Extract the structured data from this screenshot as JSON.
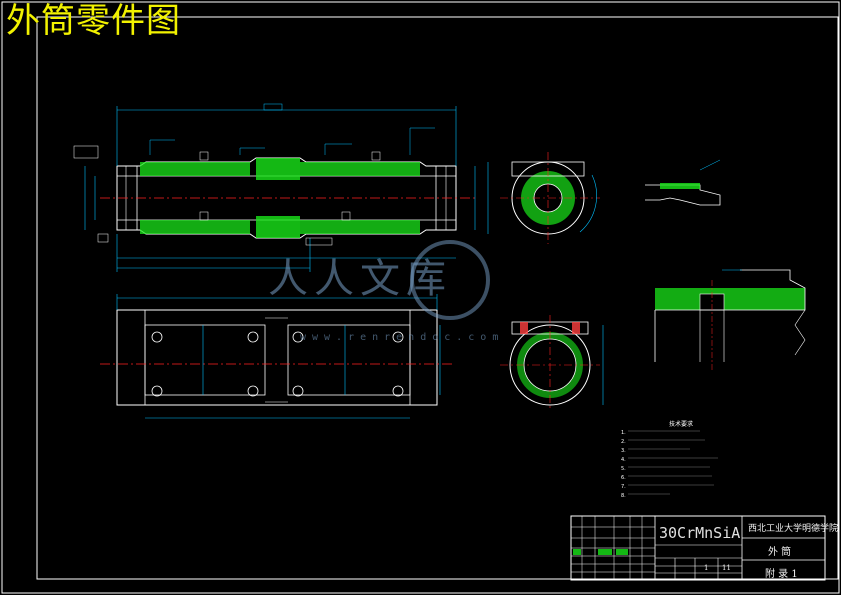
{
  "drawing": {
    "title": "外筒零件图",
    "material": "30CrMnSiA",
    "institution": "西北工业大学明德学院",
    "part_name": "外 筒",
    "appendix": "附 录 1",
    "scale_a": "1",
    "scale_b": "11",
    "tech_notes_title": "技术要求",
    "tech_notes": [
      "1.",
      "2.",
      "3.",
      "4.",
      "5.",
      "6.",
      "7.",
      "8."
    ]
  },
  "watermark": {
    "text": "人人文库",
    "url": "www.renrendoc.com"
  },
  "colors": {
    "background": "#000000",
    "title": "#f2f200",
    "outline": "#ffffff",
    "dimension": "#00c0ff",
    "center_line": "#ff2020",
    "hatch": "#19e619",
    "annotation": "#ffffff",
    "material_text": "#e0e0e0"
  }
}
